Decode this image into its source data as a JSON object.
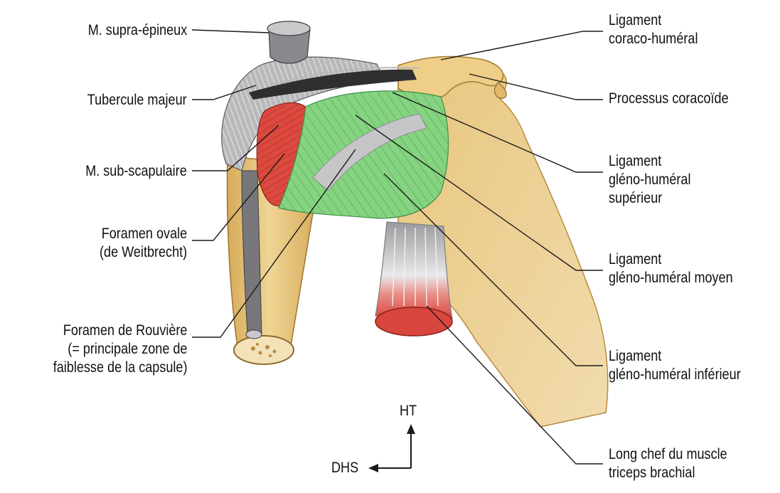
{
  "labels_left": [
    {
      "id": "supra-epineux",
      "text": "M. supra-épineux"
    },
    {
      "id": "tubercule-majeur",
      "text": "Tubercule majeur"
    },
    {
      "id": "sub-scapulaire",
      "text": "M. sub-scapulaire"
    },
    {
      "id": "foramen-ovale",
      "text": "Foramen ovale\n(de Weitbrecht)"
    },
    {
      "id": "foramen-rouviere",
      "text": "Foramen de Rouvière\n(= principale zone de\nfaiblesse de la capsule)"
    }
  ],
  "labels_right": [
    {
      "id": "ligament-coraco-humeral",
      "text": "Ligament\ncoraco-huméral"
    },
    {
      "id": "processus-coracoide",
      "text": "Processus coracoïde"
    },
    {
      "id": "ligament-gh-superieur",
      "text": "Ligament\ngléno-huméral\nsupérieur"
    },
    {
      "id": "ligament-gh-moyen",
      "text": "Ligament\ngléno-huméral moyen"
    },
    {
      "id": "ligament-gh-inferieur",
      "text": "Ligament\ngléno-huméral inférieur"
    },
    {
      "id": "long-chef-triceps",
      "text": "Long chef du muscle\ntriceps brachial"
    }
  ],
  "orientation": {
    "up": "HT",
    "left": "DHS"
  },
  "colors": {
    "bone": "#e6c47c",
    "bone_shadow": "#c99a45",
    "ligament_green": "#7fd07a",
    "muscle_red": "#d9453a",
    "tendon_gray": "#a9a9ab",
    "dark_tendon": "#3b3b3d",
    "leader_line": "#1a1a1a"
  }
}
